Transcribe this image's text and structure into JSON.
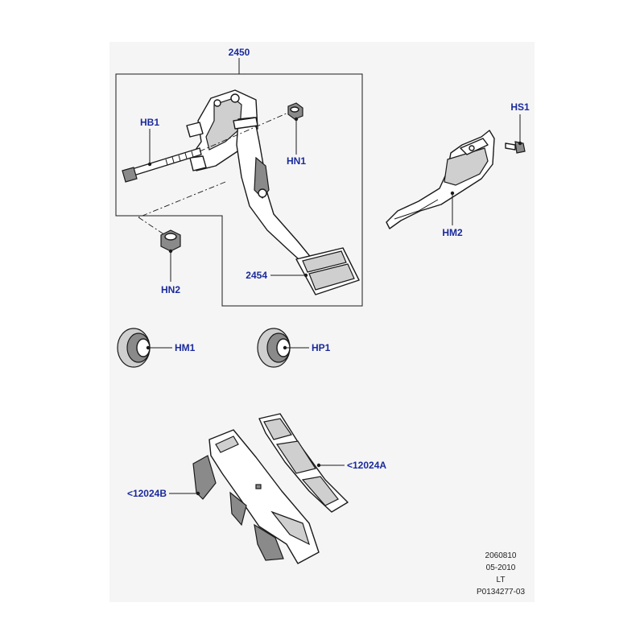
{
  "callouts": {
    "assembly": "2450",
    "hb1": "HB1",
    "hn1": "HN1",
    "hn2": "HN2",
    "pedal": "2454",
    "hs1": "HS1",
    "hm2": "HM2",
    "hm1": "HM1",
    "hp1": "HP1",
    "pad_a": "<12024A",
    "pad_b": "<12024B"
  },
  "reference": {
    "line1": "2060810",
    "line2": "05-2010",
    "line3": "LT",
    "line4": "P0134277-03"
  },
  "colors": {
    "callout_text": "#1a2a9c",
    "outline": "#1a1a1a",
    "background": "#f5f5f5"
  }
}
